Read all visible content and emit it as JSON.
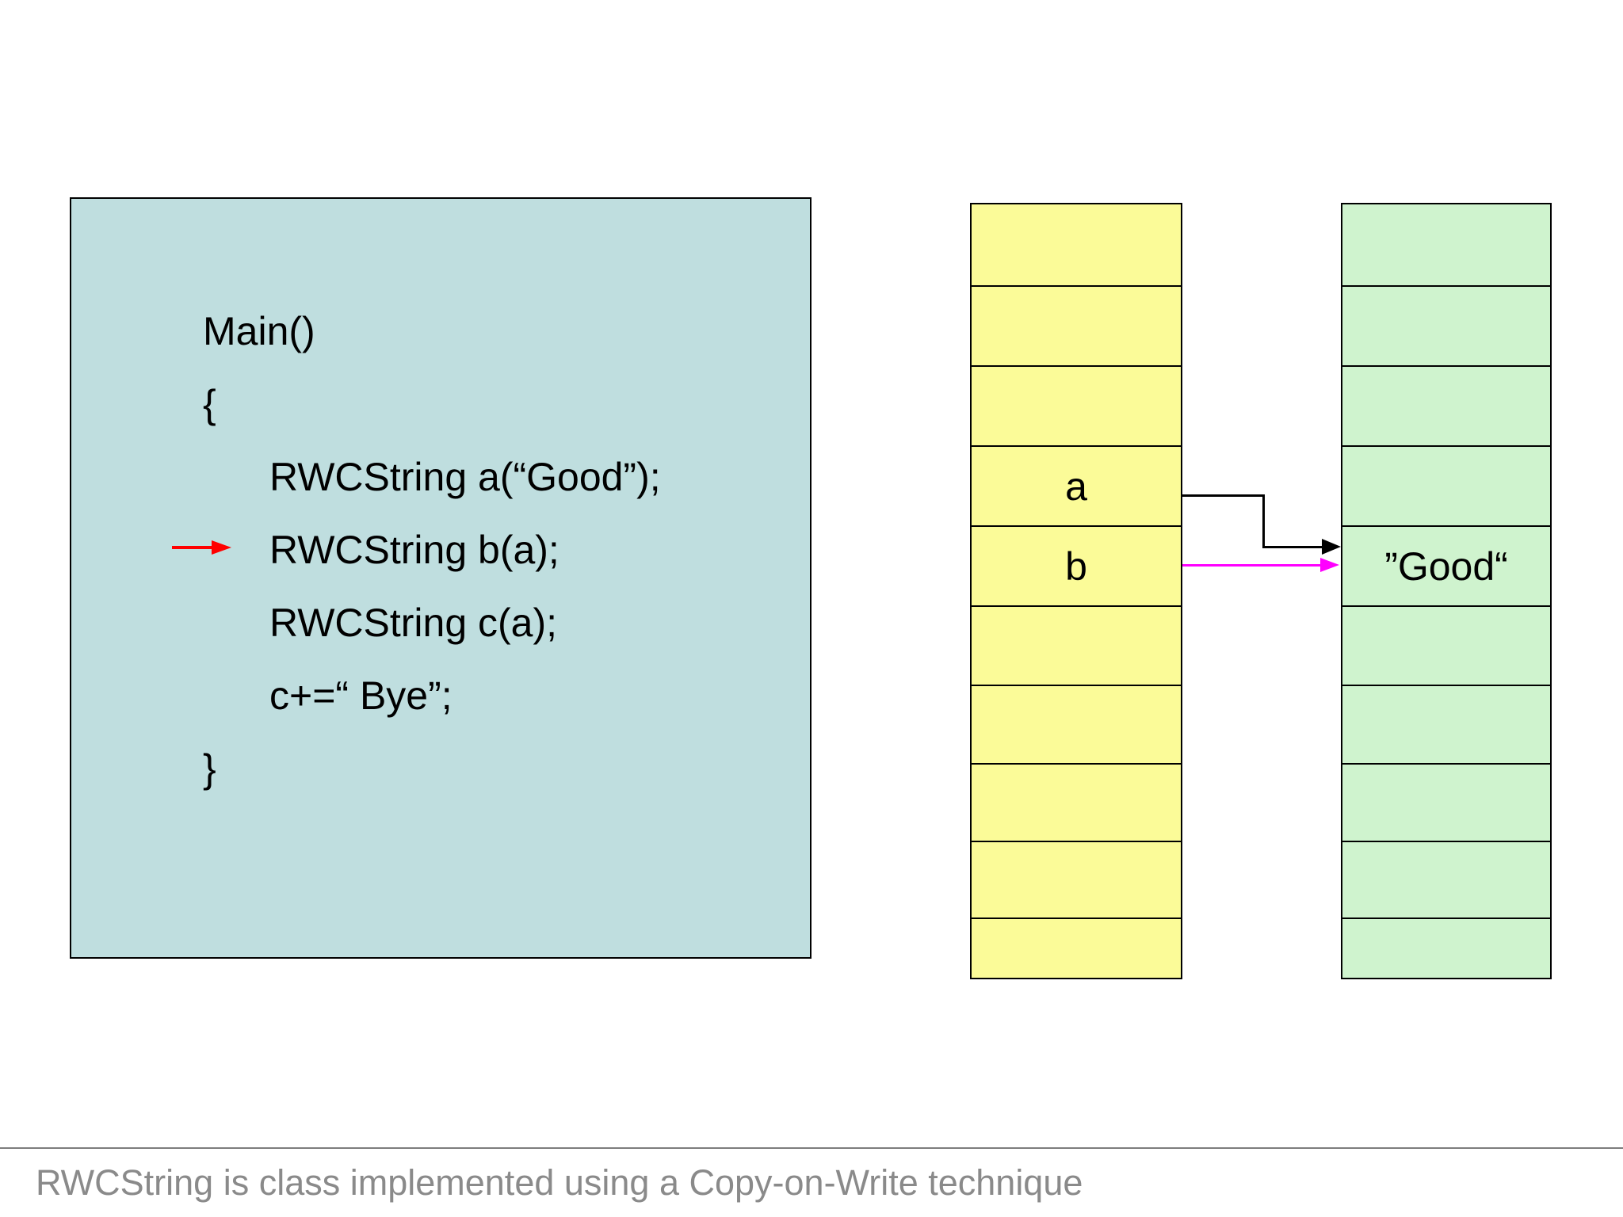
{
  "slide": {
    "background": "#FFFFFF"
  },
  "code_box": {
    "background": "#BFDEDF",
    "border_color": "#000000",
    "lines": [
      "Main()",
      "{",
      "RWCString a(“Good”);",
      "RWCString b(a);",
      "RWCString c(a);",
      "c+=“ Bye”;",
      "}"
    ],
    "marker_arrow_color": "#FF0000",
    "marked_line": "RWCString b(a);"
  },
  "stack": {
    "background": "#FBFB98",
    "cells": [
      "",
      "",
      "",
      "a",
      "b",
      "",
      "",
      "",
      "",
      ""
    ]
  },
  "heap": {
    "background": "#CFF3CE",
    "cells": [
      "",
      "",
      "",
      "",
      "”Good“",
      "",
      "",
      "",
      "",
      ""
    ]
  },
  "arrows": {
    "a_to_string": {
      "color": "#000000",
      "from": "a",
      "to": "”Good“"
    },
    "b_to_string": {
      "color": "#FF00FF",
      "from": "b",
      "to": "”Good“"
    }
  },
  "caption": {
    "text": "RWCString is class implemented using a Copy-on-Write technique",
    "color": "#8A8A8A",
    "divider_color": "#7D7D7D"
  }
}
